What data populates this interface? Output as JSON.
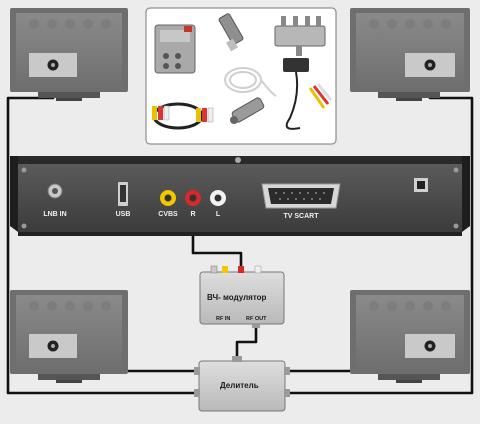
{
  "receiver": {
    "ports": {
      "lnb_in": "LNB IN",
      "usb": "USB",
      "cvbs": "CVBS",
      "r": "R",
      "l": "L",
      "tv_scart": "TV SCART"
    }
  },
  "modulator": {
    "title": "ВЧ- модулятор",
    "rf_in": "RF IN",
    "rf_out": "RF OUT"
  },
  "splitter": {
    "title": "Делитель"
  }
}
